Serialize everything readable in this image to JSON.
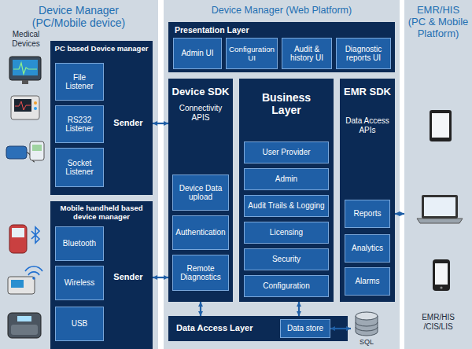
{
  "diagram": {
    "nodes": [
      {
        "text": [
          "Device Manager (PC/Mobile device)"
        ]
      },
      {
        "text": [
          "PC based Device manager",
          "Sender"
        ],
        "in": 0
      },
      {
        "text": [
          "File Listener"
        ],
        "in": 1
      },
      {
        "text": [
          "RS232 Listener"
        ],
        "in": 1
      },
      {
        "text": [
          "Socket Listener"
        ],
        "in": 1
      },
      {
        "text": [
          "Mobile handheld based device manager",
          "Sender"
        ],
        "in": 0
      },
      {
        "text": [
          "Bluetooth"
        ],
        "in": 5
      },
      {
        "text": [
          "Wireless"
        ],
        "in": 5
      },
      {
        "text": [
          "USB"
        ],
        "in": 5
      },
      {
        "text": [
          "Device Manager (Web Platform)"
        ]
      },
      {
        "text": [
          "Presentation Layer"
        ],
        "in": 9
      },
      {
        "text": [
          "Admin UI"
        ],
        "in": 10
      },
      {
        "text": [
          "Configuration UI"
        ],
        "in": 10
      },
      {
        "text": [
          "Audit & history UI"
        ],
        "in": 10
      },
      {
        "text": [
          "Diagnostic reports UI"
        ],
        "in": 10
      },
      {
        "text": [
          "Device SDK",
          "Connectivity APIS"
        ],
        "in": 9
      },
      {
        "text": [
          "Device Data upload"
        ],
        "in": 15
      },
      {
        "text": [
          "Authentication"
        ],
        "in": 15
      },
      {
        "text": [
          "Remote Diagnostics"
        ],
        "in": 15
      },
      {
        "text": [
          "Business Layer"
        ],
        "in": 9
      },
      {
        "text": [
          "User Provider"
        ],
        "in": 19
      },
      {
        "text": [
          "Admin"
        ],
        "in": 19
      },
      {
        "text": [
          "Audit Trails & Logging"
        ],
        "in": 19
      },
      {
        "text": [
          "Licensing"
        ],
        "in": 19
      },
      {
        "text": [
          "Security"
        ],
        "in": 19
      },
      {
        "text": [
          "Configuration"
        ],
        "in": 19
      },
      {
        "text": [
          "EMR SDK",
          "Data Access APIs"
        ],
        "in": 9
      },
      {
        "text": [
          "Reports"
        ],
        "in": 26
      },
      {
        "text": [
          "Analytics"
        ],
        "in": 26
      },
      {
        "text": [
          "Alarms"
        ],
        "in": 26
      },
      {
        "text": [
          "Data Access Layer"
        ],
        "in": 9
      },
      {
        "text": [
          "Data store"
        ],
        "in": 30
      },
      {
        "text": [
          "SQL"
        ],
        "in": 9
      },
      {
        "text": [
          "EMR/HIS (PC & Mobile Platform)"
        ]
      }
    ],
    "edges": [
      {
        "from": 1,
        "to": 15,
        "arrow": "both"
      },
      {
        "from": 5,
        "to": 15,
        "arrow": "both"
      },
      {
        "from": 15,
        "to": 30,
        "arrow": "both"
      },
      {
        "from": 19,
        "to": 30,
        "arrow": "both"
      },
      {
        "from": 31,
        "to": 32,
        "arrow": "both"
      },
      {
        "from": 26,
        "to": 33,
        "arrow": "both"
      }
    ],
    "labels": [
      "Medical Devices",
      "EMR/HIS /CIS/LIS"
    ]
  }
}
